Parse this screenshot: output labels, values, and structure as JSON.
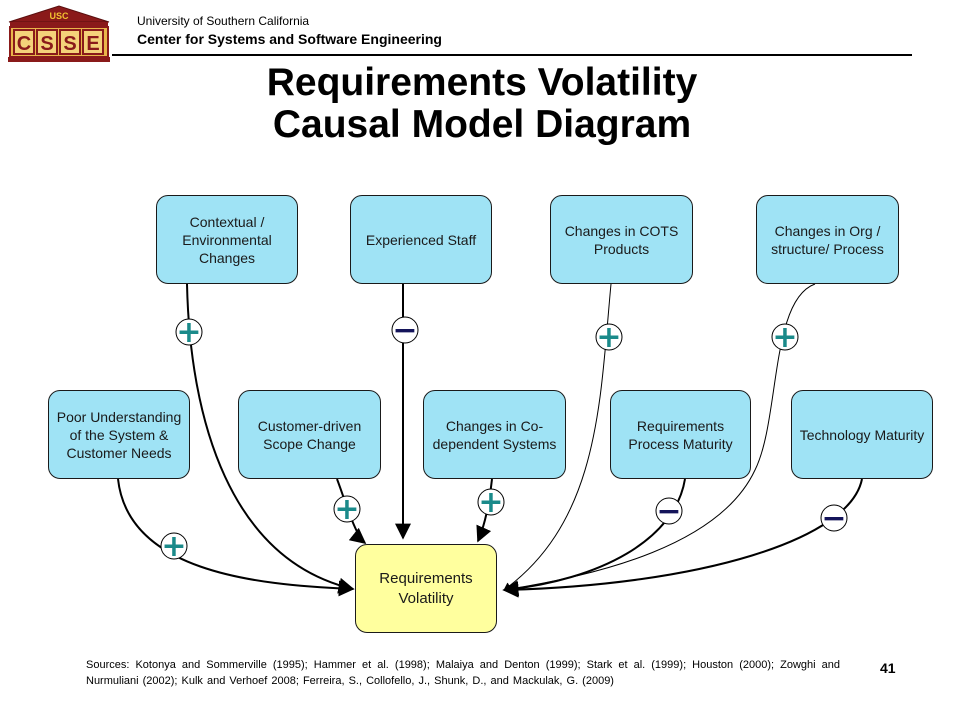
{
  "header": {
    "logo_text": "USC",
    "logo_letters": [
      "C",
      "S",
      "S",
      "E"
    ],
    "org_line1": "University of Southern California",
    "org_line2": "Center for Systems and Software Engineering"
  },
  "title": {
    "line1": "Requirements Volatility",
    "line2": "Causal Model Diagram"
  },
  "nodes": {
    "contextual": "Contextual / Environmental Changes",
    "experienced": "Experienced Staff",
    "cots": "Changes in COTS Products",
    "org": "Changes in Org / structure/ Process",
    "poor": "Poor Understanding of the System & Customer Needs",
    "scope": "Customer-driven Scope Change",
    "codependent": "Changes in Co-dependent Systems",
    "req_maturity": "Requirements Process Maturity",
    "tech_maturity": "Technology Maturity",
    "volatility": "Requirements Volatility"
  },
  "influences": {
    "contextual": "+",
    "experienced": "−",
    "cots": "+",
    "org": "+",
    "poor": "+",
    "scope": "+",
    "codependent": "+",
    "req_maturity": "−",
    "tech_maturity": "−"
  },
  "colors": {
    "cause_box": "#9fe3f5",
    "effect_box": "#ffff9e",
    "plus_sign": "#1a8a8a",
    "minus_sign": "#14145a"
  },
  "footer": {
    "sources": "Sources: Kotonya and Sommerville (1995); Hammer et al. (1998); Malaiya and Denton (1999); Stark et al. (1999); Houston (2000); Zowghi and Nurmuliani (2002); Kulk and Verhoef 2008; Ferreira, S., Collofello, J., Shunk, D., and Mackulak, G. (2009)",
    "page_number": "41"
  }
}
